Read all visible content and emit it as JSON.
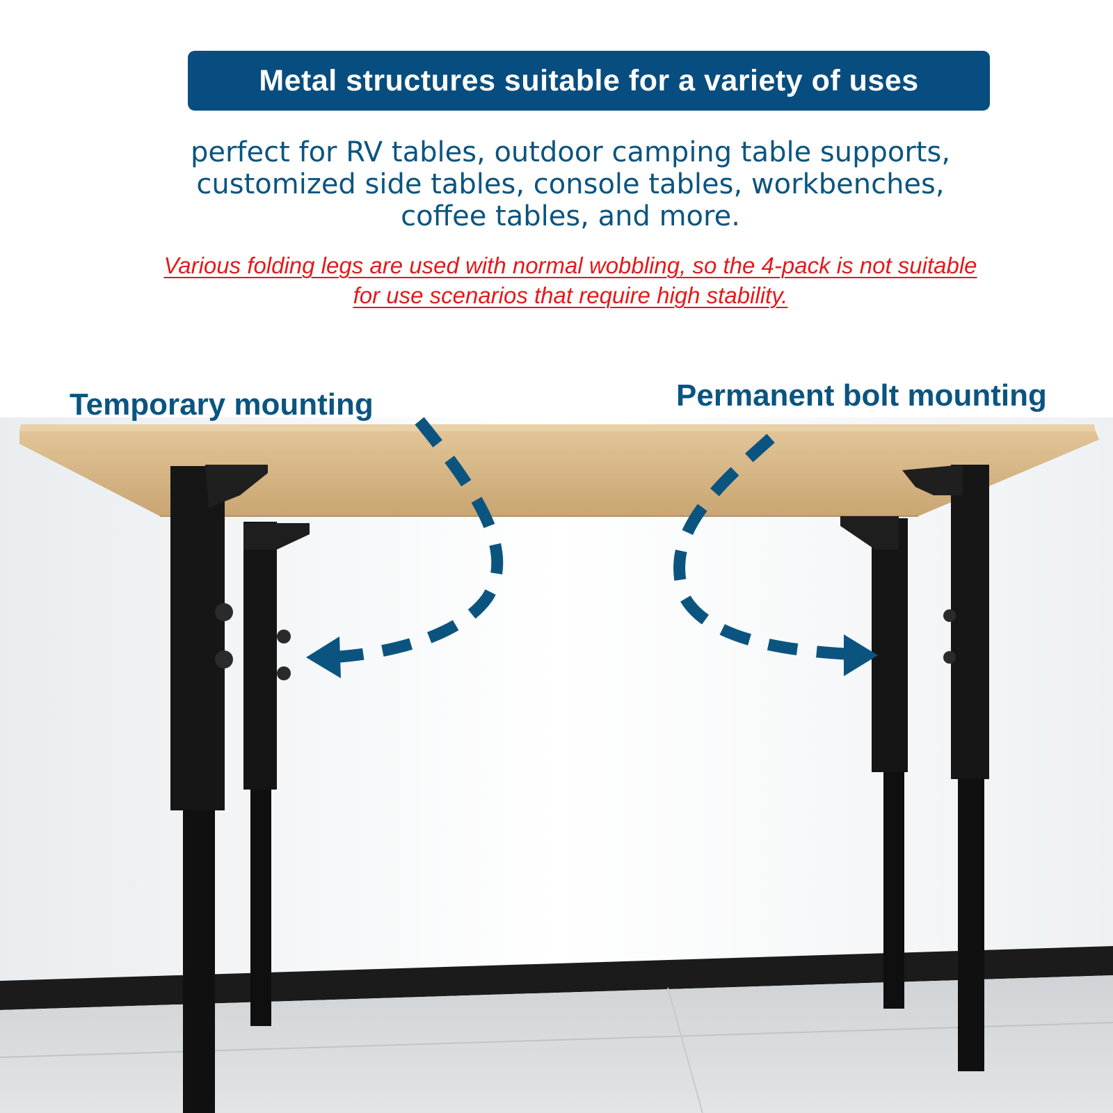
{
  "banner": {
    "text": "Metal structures suitable for a variety of uses"
  },
  "uses": {
    "lines": [
      "perfect for RV tables, outdoor camping table supports,",
      "customized side tables, console tables, workbenches,",
      "coffee tables, and more."
    ]
  },
  "warning": {
    "lines": [
      "Various folding legs are used with normal wobbling, so the 4-pack is not suitable",
      "for use scenarios that require high stability."
    ]
  },
  "labels": {
    "left": "Temporary mounting",
    "right": "Permanent bolt mounting"
  },
  "colors": {
    "brand_blue": "#084d7f",
    "text_blue": "#0b5480",
    "warning_red": "#e01b1b",
    "wood": "#d8b886",
    "leg_black": "#141414"
  }
}
